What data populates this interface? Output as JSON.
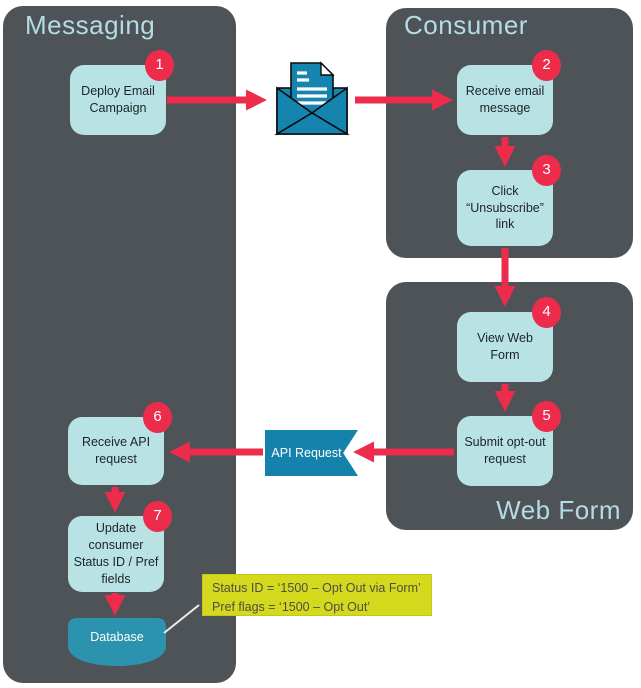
{
  "diagram": {
    "containers": {
      "messaging": {
        "label": "Messaging"
      },
      "consumer": {
        "label": "Consumer"
      },
      "webform": {
        "label": "Web Form"
      }
    },
    "steps": [
      {
        "num": "1",
        "label": "Deploy Email Campaign"
      },
      {
        "num": "2",
        "label": "Receive email message"
      },
      {
        "num": "3",
        "label": "Click “Unsubscribe” link"
      },
      {
        "num": "4",
        "label": "View Web Form"
      },
      {
        "num": "5",
        "label": "Submit opt-out request"
      },
      {
        "num": "6",
        "label": "Receive API request"
      },
      {
        "num": "7",
        "label": "Update consumer Status ID / Pref fields"
      }
    ],
    "artifacts": {
      "api_request": {
        "label": "API Request"
      },
      "database": {
        "label": "Database"
      }
    },
    "note": {
      "line1": "Status ID = ‘1500 – Opt Out via Form’",
      "line2": "Pref flags = ‘1500 – Opt Out’"
    },
    "icons": {
      "envelope": "open-email-envelope-icon"
    },
    "colors": {
      "container_gray": "#4d5357",
      "container_title_blue": "#b5dbe4",
      "step_box_teal": "#b9e2e4",
      "badge_red": "#ed2b4a",
      "arrow_red": "#ed2b4a",
      "api_blue": "#1482ab",
      "database_teal": "#2b93ad",
      "envelope_teal": "#1584ae",
      "note_yellow": "#d5d91e"
    }
  }
}
